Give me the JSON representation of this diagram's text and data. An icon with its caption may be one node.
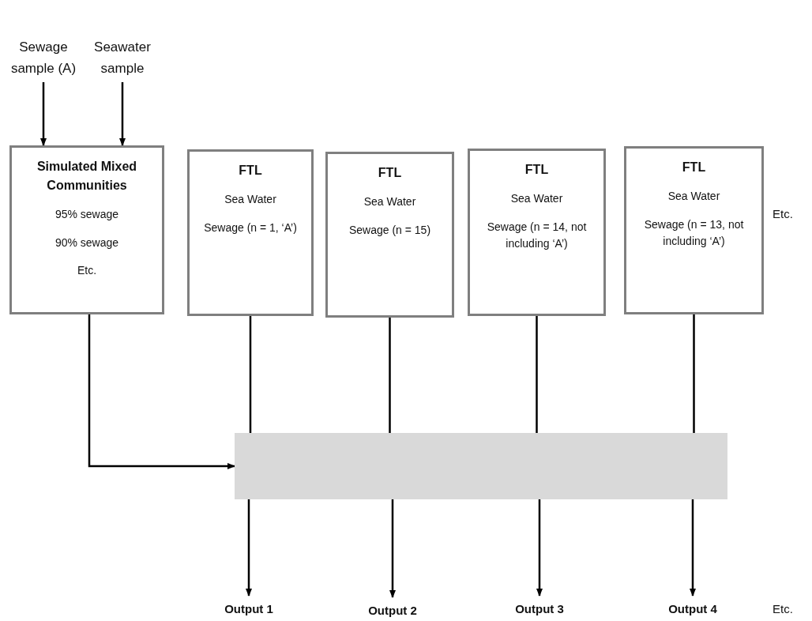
{
  "diagram": {
    "nodes": [
      {
        "text": [
          "Sewage sample (A)"
        ]
      },
      {
        "text": [
          "Seawater sample"
        ]
      },
      {
        "text": [
          "Simulated Mixed Communities",
          "95% sewage",
          "90% sewage",
          "Etc."
        ]
      },
      {
        "text": [
          "FTL",
          "Sea Water",
          "Sewage (n = 1, ‘A’)"
        ]
      },
      {
        "text": [
          "FTL",
          "Sea Water",
          "Sewage (n = 15)"
        ]
      },
      {
        "text": [
          "FTL",
          "Sea Water",
          "Sewage (n = 14, not including ‘A’)"
        ]
      },
      {
        "text": [
          "FTL",
          "Sea Water",
          "Sewage (n = 13, not including ‘A’)"
        ]
      },
      {
        "text": [],
        "shape": "bar"
      },
      {
        "text": [
          "Output 1"
        ]
      },
      {
        "text": [
          "Output 2"
        ]
      },
      {
        "text": [
          "Output 3"
        ]
      },
      {
        "text": [
          "Output 4"
        ]
      }
    ],
    "edges": [
      {
        "from": 0,
        "to": 2,
        "arrow": "to"
      },
      {
        "from": 1,
        "to": 2,
        "arrow": "to"
      },
      {
        "from": 2,
        "to": 7,
        "arrow": "to"
      },
      {
        "from": 3,
        "to": 7,
        "arrow": "none"
      },
      {
        "from": 4,
        "to": 7,
        "arrow": "none"
      },
      {
        "from": 5,
        "to": 7,
        "arrow": "none"
      },
      {
        "from": 6,
        "to": 7,
        "arrow": "none"
      },
      {
        "from": 7,
        "to": 8,
        "arrow": "to"
      },
      {
        "from": 7,
        "to": 9,
        "arrow": "to"
      },
      {
        "from": 7,
        "to": 10,
        "arrow": "to"
      },
      {
        "from": 7,
        "to": 11,
        "arrow": "to"
      }
    ],
    "labels": [
      "Etc.",
      "Etc."
    ]
  }
}
